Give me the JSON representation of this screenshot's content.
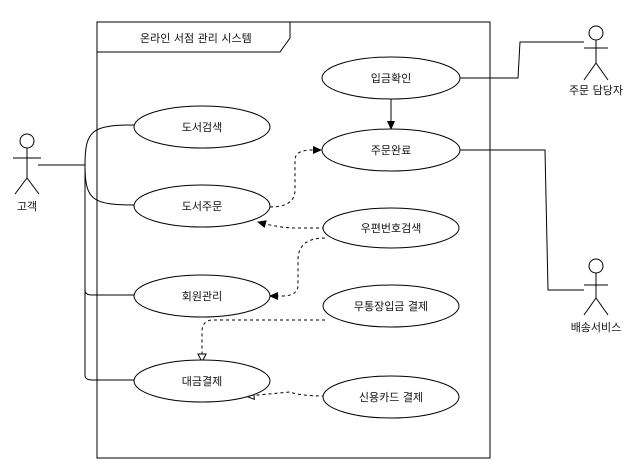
{
  "system": {
    "title": "온라인 서점 관리 시스템"
  },
  "actors": {
    "customer": "고객",
    "order_manager": "주문 담당자",
    "delivery_service": "배송서비스"
  },
  "use_cases": {
    "payment_check": "입금확인",
    "order_complete": "주문완료",
    "book_search": "도서검색",
    "book_order": "도서주문",
    "zip_search": "우편번호검색",
    "member_manage": "회원관리",
    "bank_transfer": "무통장입금 결제",
    "payment": "대금결제",
    "credit_card": "신용카드 결제"
  }
}
